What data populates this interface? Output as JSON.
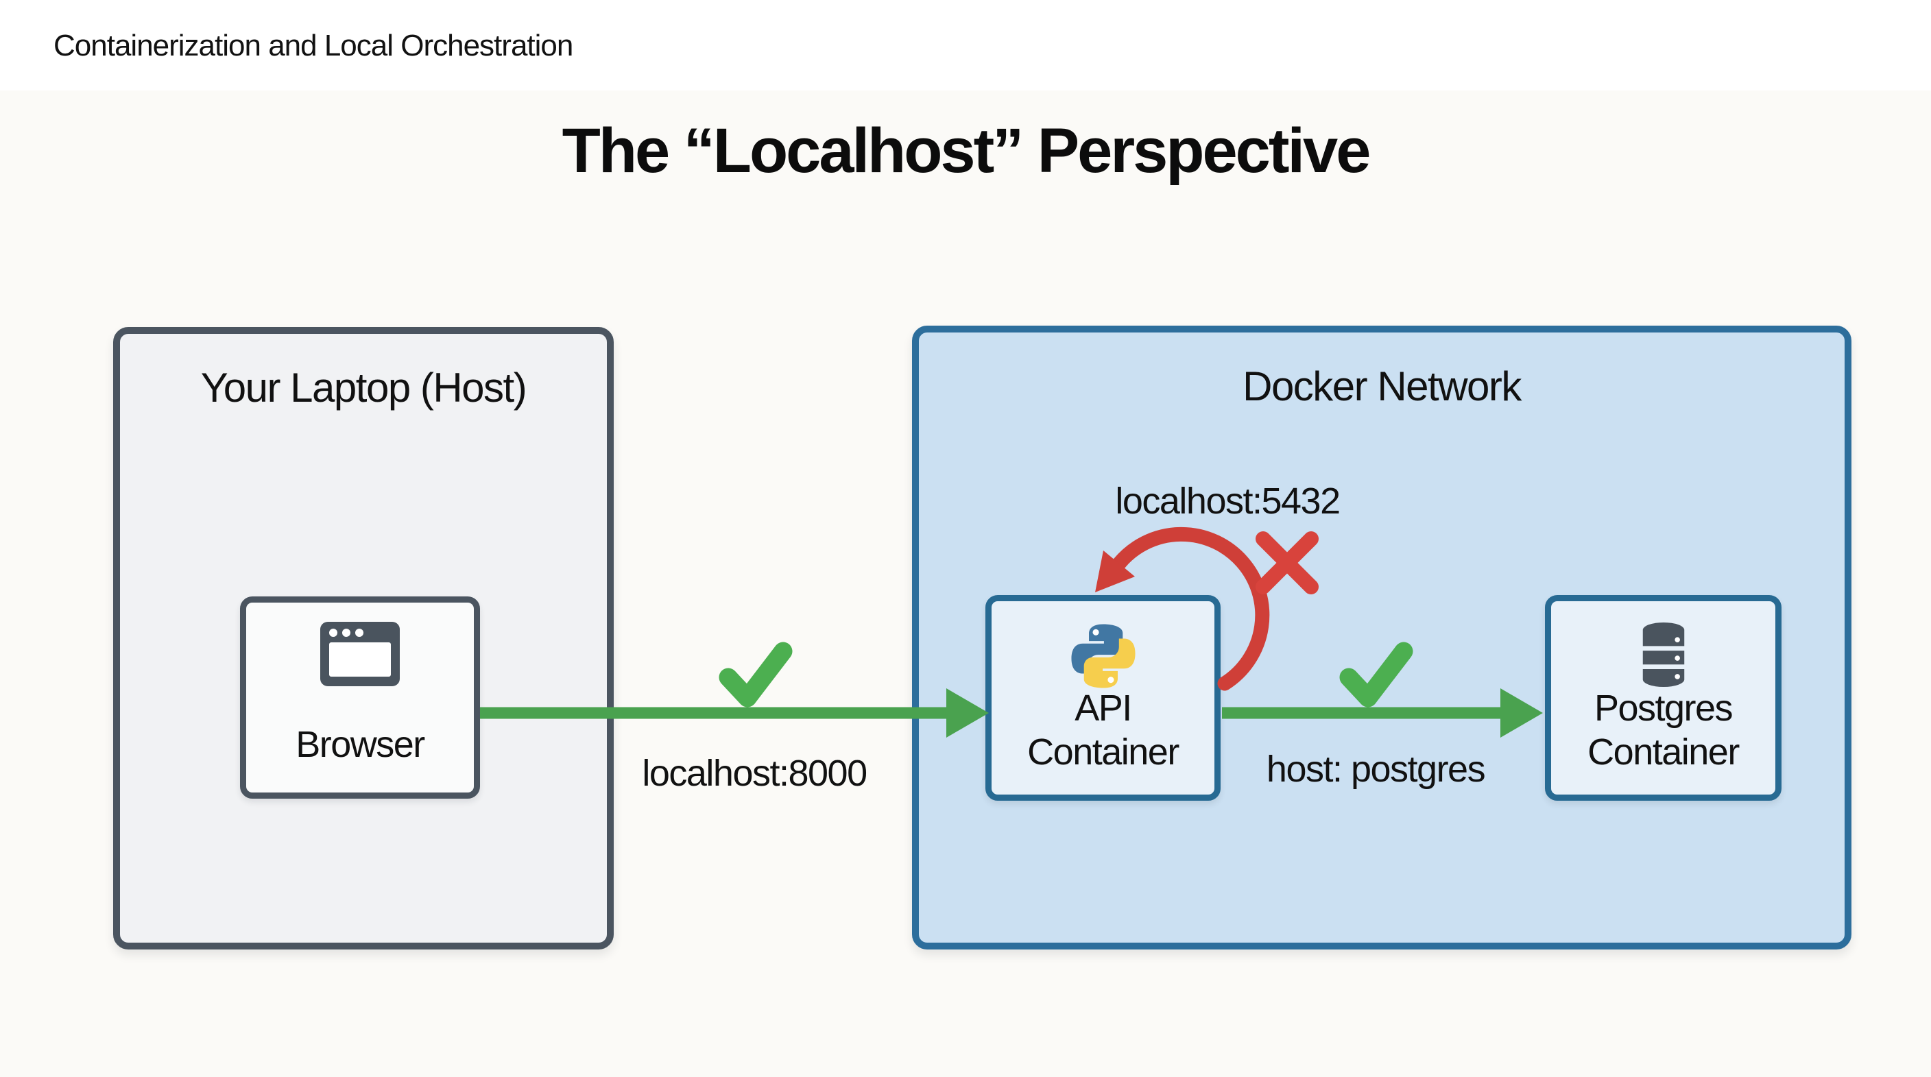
{
  "page": {
    "header": "Containerization and Local Orchestration",
    "title": "The “Localhost” Perspective"
  },
  "host_box": {
    "title": "Your Laptop (Host)",
    "browser": {
      "label": "Browser",
      "icon": "browser-window-icon"
    }
  },
  "docker_box": {
    "title": "Docker Network",
    "api": {
      "label_line1": "API",
      "label_line2": "Container",
      "icon": "python-icon"
    },
    "postgres": {
      "label_line1": "Postgres",
      "label_line2": "Container",
      "icon": "database-icon"
    }
  },
  "connections": {
    "browser_to_api": {
      "label": "localhost:8000",
      "result_icon": "check-icon"
    },
    "api_loopback": {
      "label": "localhost:5432",
      "result_icon": "cross-icon"
    },
    "api_to_postgres": {
      "label": "host: postgres",
      "result_icon": "check-icon"
    }
  },
  "colors": {
    "green": "#4aa24f",
    "check_green": "#4caf50",
    "red": "#cf3f38",
    "cross_red": "#d8433c",
    "slate": "#4a545e",
    "docker_border": "#2d6e9c",
    "inner_border": "#276a93",
    "docker_bg": "#cbe0f2",
    "inner_bg": "#e8f1f9",
    "host_bg": "#f1f2f4",
    "python_blue": "#4177a3",
    "python_yellow": "#f6ce4d",
    "white": "#ffffff",
    "page_bg": "#fbfaf7"
  }
}
